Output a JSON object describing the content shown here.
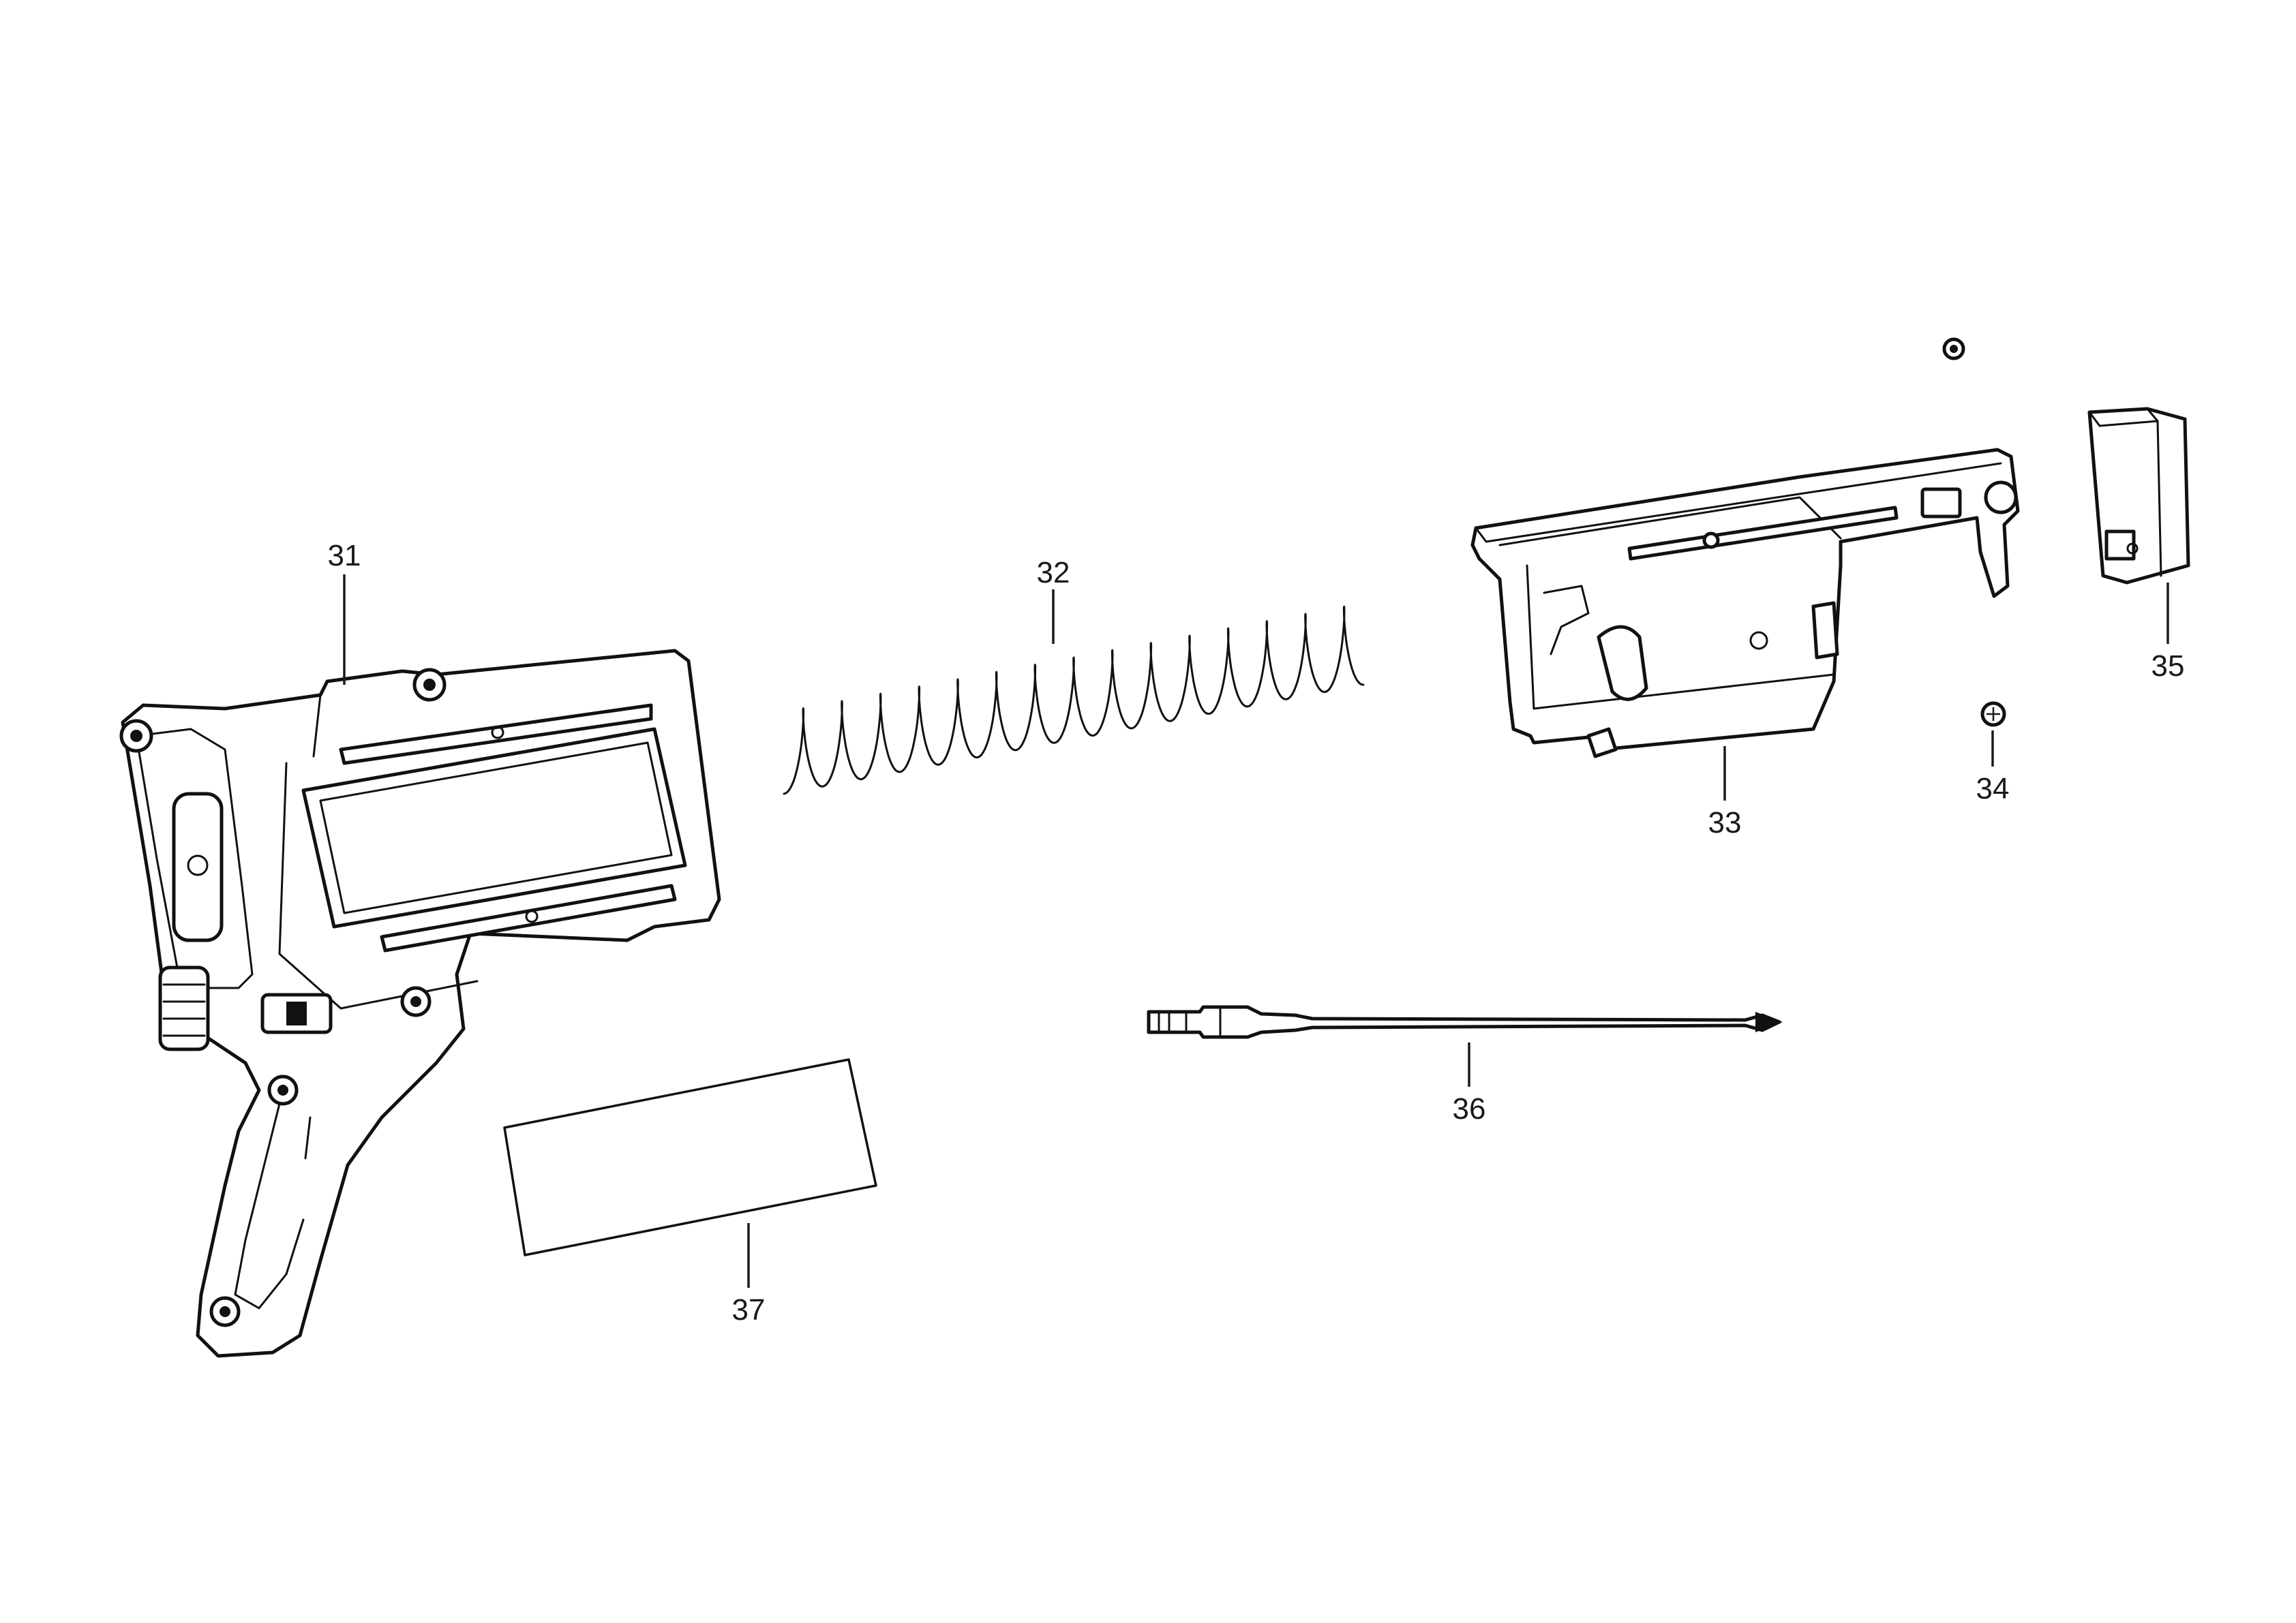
{
  "parts": [
    {
      "id": "31",
      "label": "31"
    },
    {
      "id": "32",
      "label": "32"
    },
    {
      "id": "33",
      "label": "33"
    },
    {
      "id": "34",
      "label": "34"
    },
    {
      "id": "35",
      "label": "35"
    },
    {
      "id": "36",
      "label": "36"
    },
    {
      "id": "37",
      "label": "37"
    }
  ]
}
